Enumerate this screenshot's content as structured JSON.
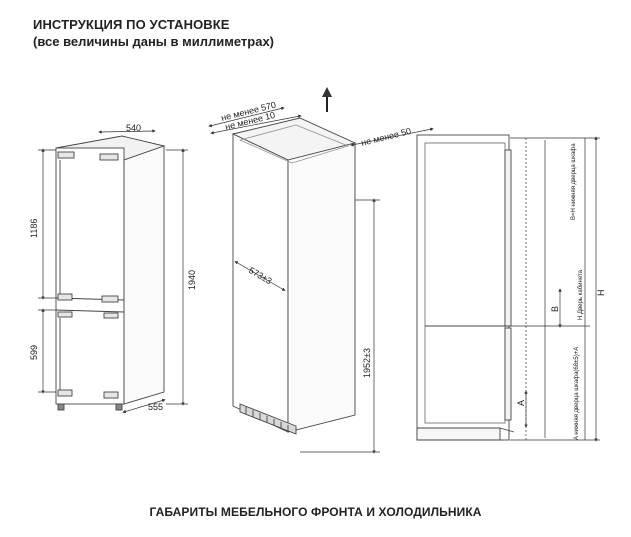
{
  "header": {
    "title": "ИНСТРУКЦИЯ ПО УСТАНОВКЕ",
    "subtitle": "(все величины даны в миллиметрах)"
  },
  "footer": {
    "caption": "ГАБАРИТЫ МЕБЕЛЬНОГО ФРОНТА И ХОЛОДИЛЬНИКА"
  },
  "fridge": {
    "width": "540",
    "depth": "555",
    "height": "1940",
    "upper_door": "1186",
    "lower_door": "599"
  },
  "cabinet": {
    "min_depth": "не менее 570",
    "min_gap": "не менее 10",
    "min_vent": "не менее 50",
    "inner_width": "573±3",
    "inner_height": "1952±3"
  },
  "side": {
    "label_b": "B",
    "label_h": "H",
    "label_a": "A",
    "text_b": "B=H нижняя дверца шкафа",
    "text_h": "H Дверь кабинета",
    "text_a": "A нижняя дверца шкафа(68±5)+A"
  }
}
